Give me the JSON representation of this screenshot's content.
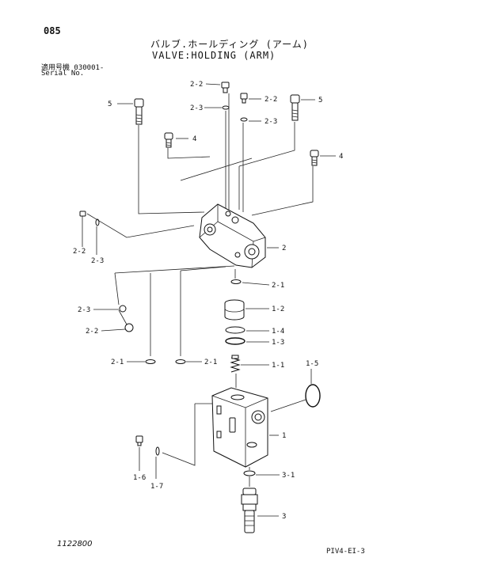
{
  "header": {
    "page_number": "085",
    "title_jp": "バルブ.ホールディング (アーム)",
    "title_en": "VALVE:HOLDING (ARM)",
    "serial_label_jp": "適用号機 030001-",
    "serial_label_en": "Serial No."
  },
  "footer": {
    "left_code": "1122800",
    "right_code": "PIV4-EI-3"
  },
  "callouts": {
    "c_2_2_top": "2-2",
    "c_2_3_top": "2-3",
    "c_5_left": "5",
    "c_4_left": "4",
    "c_2_2_right": "2-2",
    "c_5_right": "5",
    "c_2_3_right": "2-3",
    "c_4_right": "4",
    "c_2_2_side": "2-2",
    "c_2_3_side": "2-3",
    "c_2_block": "2",
    "c_2_1_mid": "2-1",
    "c_1_2": "1-2",
    "c_2_3_low": "2-3",
    "c_2_2_low": "2-2",
    "c_1_4": "1-4",
    "c_1_3": "1-3",
    "c_2_1_left": "2-1",
    "c_2_1_center": "2-1",
    "c_1_1": "1-1",
    "c_1_5": "1-5",
    "c_1_body": "1",
    "c_1_6": "1-6",
    "c_1_7": "1-7",
    "c_3_1": "3-1",
    "c_3": "3"
  }
}
